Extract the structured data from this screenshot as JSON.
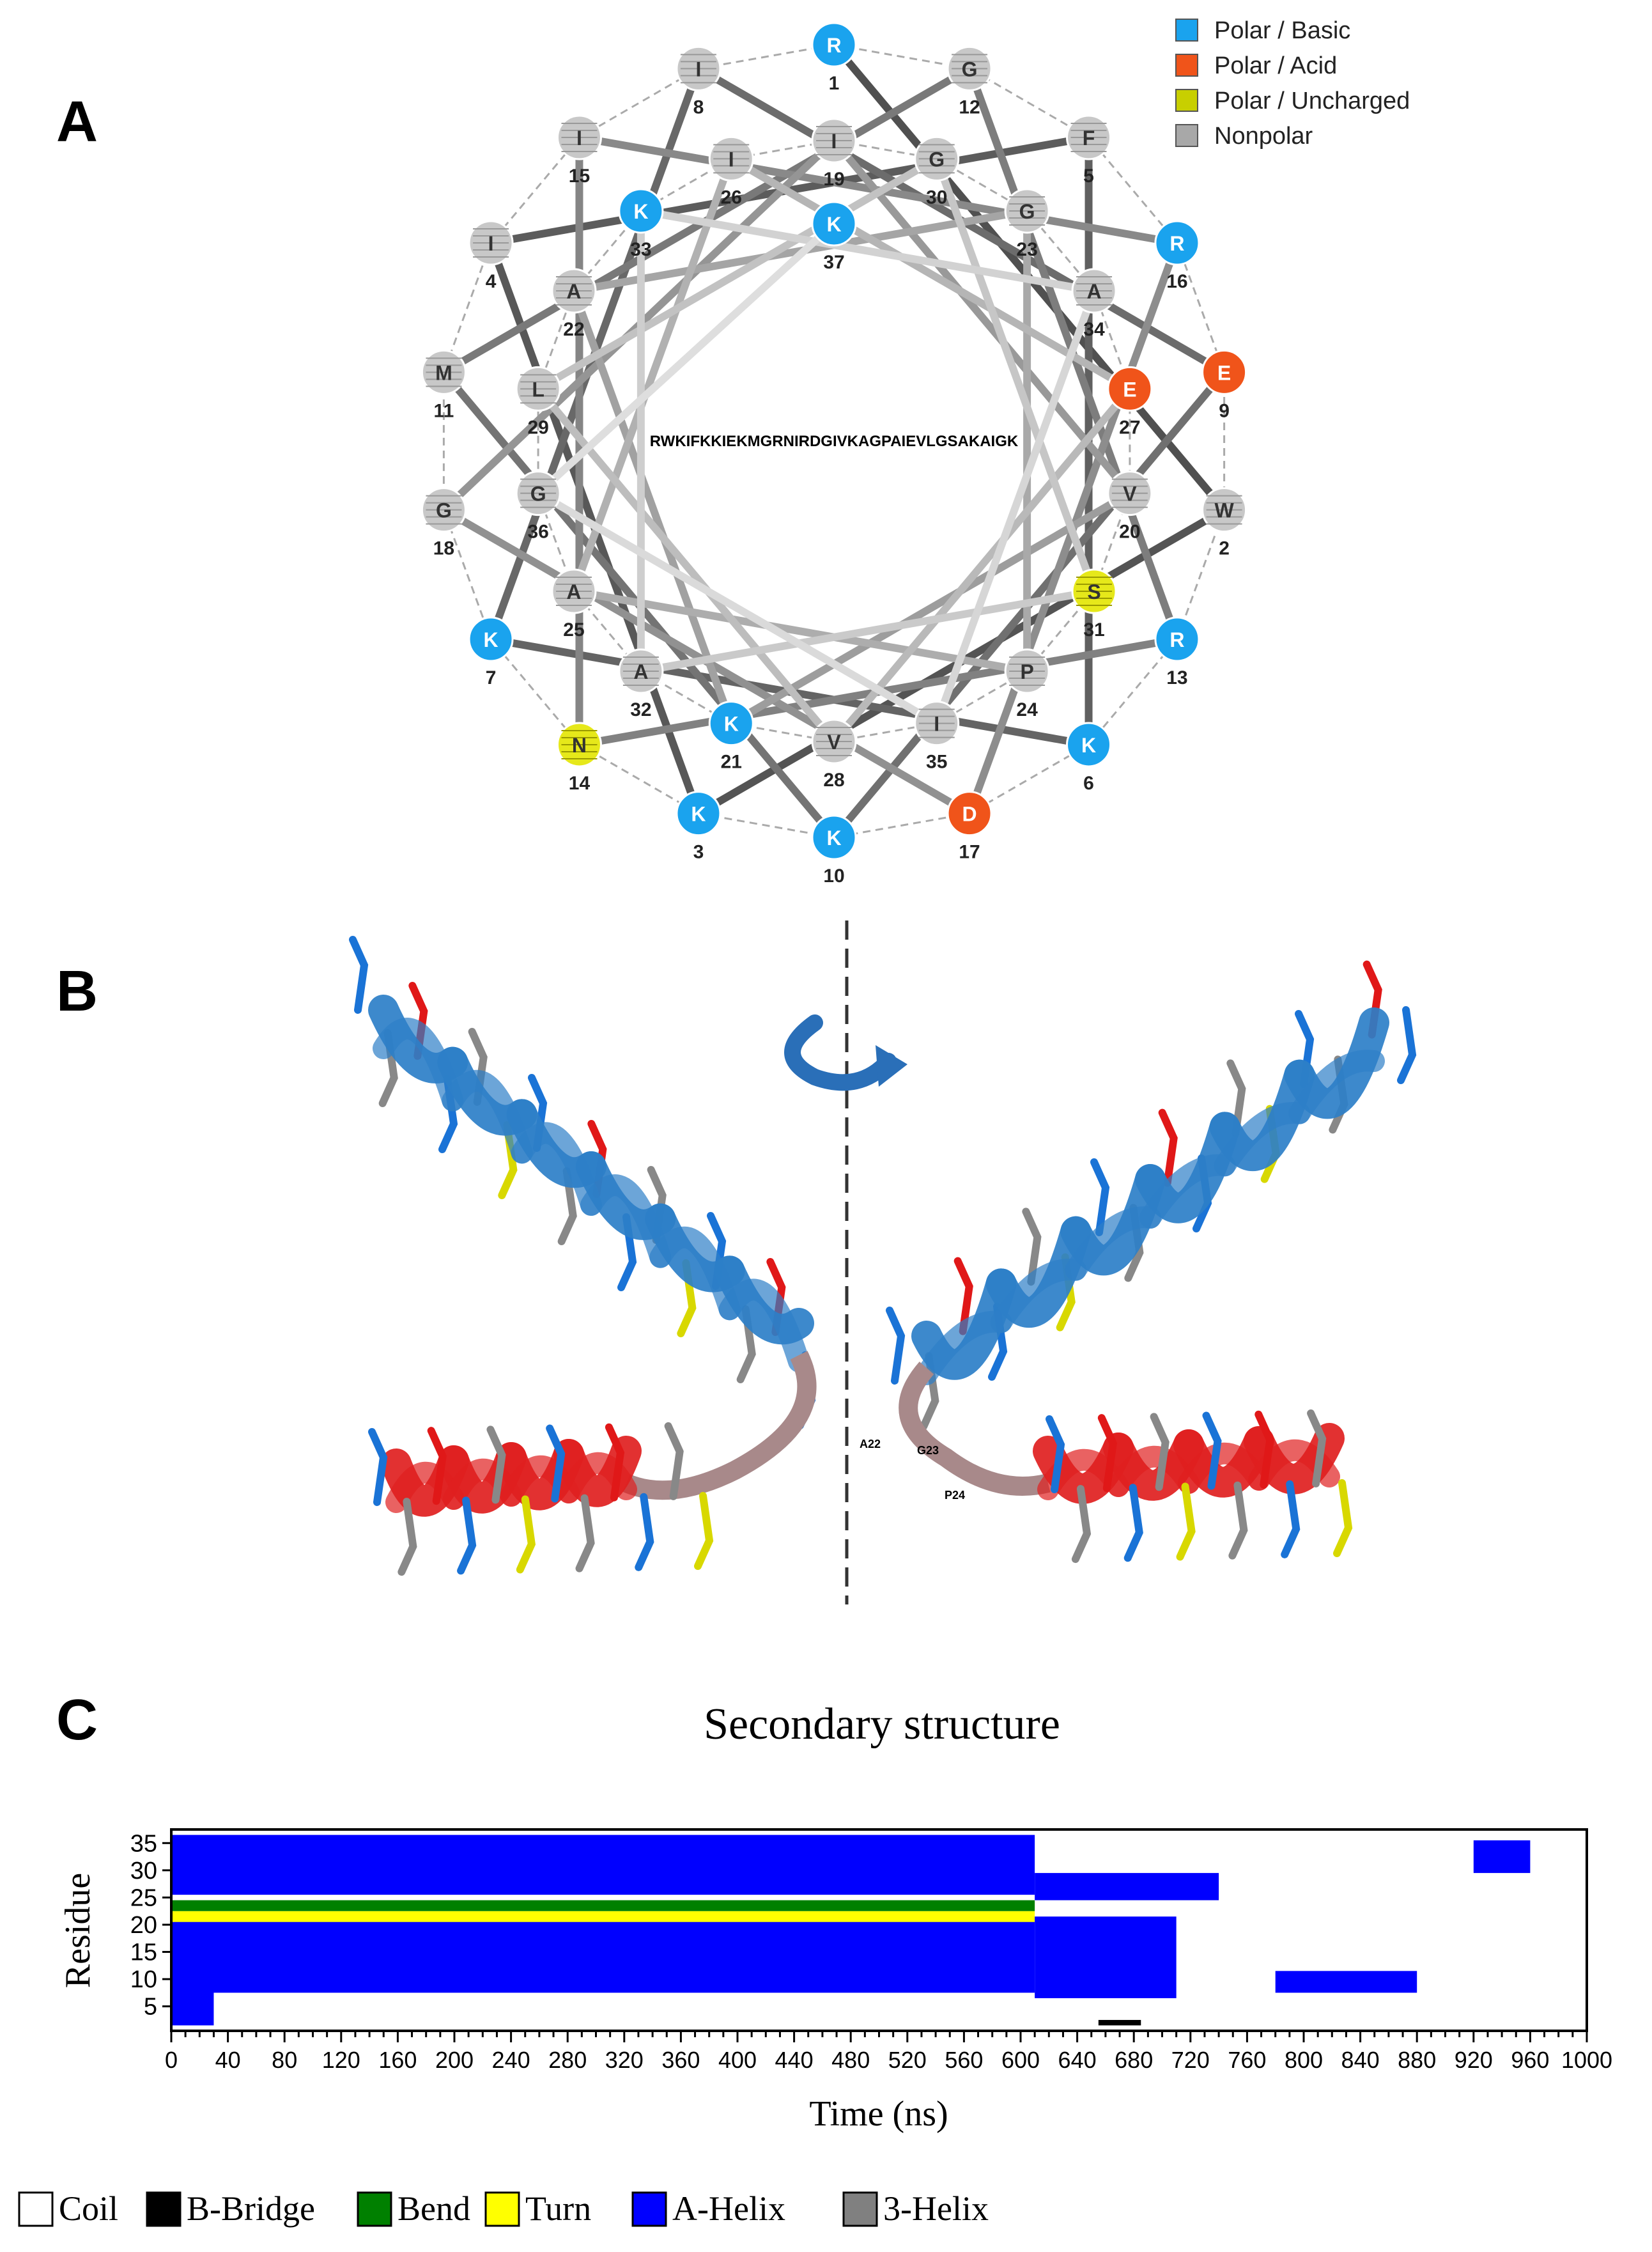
{
  "panels": {
    "a": "A",
    "b": "B",
    "c": "C"
  },
  "wheel": {
    "sequence": "RWKIFKKIEKMGRNIRDGIVKAGPAIEVLGSAKAIGK",
    "residues": [
      {
        "n": "1",
        "aa": "R",
        "cls": "basic"
      },
      {
        "n": "2",
        "aa": "W",
        "cls": "nonpolar"
      },
      {
        "n": "3",
        "aa": "K",
        "cls": "basic"
      },
      {
        "n": "4",
        "aa": "I",
        "cls": "nonpolar"
      },
      {
        "n": "5",
        "aa": "F",
        "cls": "nonpolar"
      },
      {
        "n": "6",
        "aa": "K",
        "cls": "basic"
      },
      {
        "n": "7",
        "aa": "K",
        "cls": "basic"
      },
      {
        "n": "8",
        "aa": "I",
        "cls": "nonpolar"
      },
      {
        "n": "9",
        "aa": "E",
        "cls": "acid"
      },
      {
        "n": "10",
        "aa": "K",
        "cls": "basic"
      },
      {
        "n": "11",
        "aa": "M",
        "cls": "nonpolar"
      },
      {
        "n": "12",
        "aa": "G",
        "cls": "nonpolar"
      },
      {
        "n": "13",
        "aa": "R",
        "cls": "basic"
      },
      {
        "n": "14",
        "aa": "N",
        "cls": "uncharged"
      },
      {
        "n": "15",
        "aa": "I",
        "cls": "nonpolar"
      },
      {
        "n": "16",
        "aa": "R",
        "cls": "basic"
      },
      {
        "n": "17",
        "aa": "D",
        "cls": "acid"
      },
      {
        "n": "18",
        "aa": "G",
        "cls": "nonpolar"
      },
      {
        "n": "19",
        "aa": "I",
        "cls": "nonpolar"
      },
      {
        "n": "20",
        "aa": "V",
        "cls": "nonpolar"
      },
      {
        "n": "21",
        "aa": "K",
        "cls": "basic"
      },
      {
        "n": "22",
        "aa": "A",
        "cls": "nonpolar"
      },
      {
        "n": "23",
        "aa": "G",
        "cls": "nonpolar"
      },
      {
        "n": "24",
        "aa": "P",
        "cls": "nonpolar"
      },
      {
        "n": "25",
        "aa": "A",
        "cls": "nonpolar"
      },
      {
        "n": "26",
        "aa": "I",
        "cls": "nonpolar"
      },
      {
        "n": "27",
        "aa": "E",
        "cls": "acid"
      },
      {
        "n": "28",
        "aa": "V",
        "cls": "nonpolar"
      },
      {
        "n": "29",
        "aa": "L",
        "cls": "nonpolar"
      },
      {
        "n": "30",
        "aa": "G",
        "cls": "nonpolar"
      },
      {
        "n": "31",
        "aa": "S",
        "cls": "uncharged"
      },
      {
        "n": "32",
        "aa": "A",
        "cls": "nonpolar"
      },
      {
        "n": "33",
        "aa": "K",
        "cls": "basic"
      },
      {
        "n": "34",
        "aa": "A",
        "cls": "nonpolar"
      },
      {
        "n": "35",
        "aa": "I",
        "cls": "nonpolar"
      },
      {
        "n": "36",
        "aa": "G",
        "cls": "nonpolar"
      },
      {
        "n": "37",
        "aa": "K",
        "cls": "basic"
      }
    ],
    "legend": [
      {
        "label": "Polar / Basic",
        "color": "#1aa3ee"
      },
      {
        "label": "Polar / Acid",
        "color": "#f0541a"
      },
      {
        "label": "Polar / Uncharged",
        "color": "#c8cf00"
      },
      {
        "label": "Nonpolar",
        "color": "#a8a8a8"
      }
    ],
    "colors": {
      "basic": "#1aa3ee",
      "acid": "#f0541a",
      "uncharged": "#e6e81a",
      "nonpolar": "#c8c8c8"
    }
  },
  "structure": {
    "residue_labels": [
      "A22",
      "G23",
      "P24"
    ],
    "helix_colors": {
      "n_term": "#2d7fc8",
      "c_term": "#e02020",
      "hinge": "#a8898a"
    }
  },
  "chart_data": {
    "type": "heatmap",
    "title": "Secondary structure",
    "xlabel": "Time (ns)",
    "ylabel": "Residue",
    "x_ticks": [
      "0",
      "40",
      "80",
      "120",
      "160",
      "200",
      "240",
      "280",
      "320",
      "360",
      "400",
      "440",
      "480",
      "520",
      "560",
      "600",
      "640",
      "680",
      "720",
      "760",
      "800",
      "840",
      "880",
      "920",
      "960",
      "1000"
    ],
    "y_ticks": [
      "5",
      "10",
      "15",
      "20",
      "25",
      "30",
      "35"
    ],
    "xlim": [
      0,
      1000
    ],
    "ylim": [
      1,
      37
    ],
    "legend": [
      {
        "label": "Coil",
        "color": "#ffffff"
      },
      {
        "label": "B-Bridge",
        "color": "#000000"
      },
      {
        "label": "Bend",
        "color": "#008000"
      },
      {
        "label": "Turn",
        "color": "#ffff00"
      },
      {
        "label": "A-Helix",
        "color": "#0000ff"
      },
      {
        "label": "3-Helix",
        "color": "#808080"
      }
    ],
    "regions": [
      {
        "state": "A-Helix",
        "t": [
          0,
          610
        ],
        "res": [
          26,
          36
        ]
      },
      {
        "state": "A-Helix",
        "t": [
          0,
          610
        ],
        "res": [
          8,
          21
        ]
      },
      {
        "state": "A-Helix",
        "t": [
          0,
          30
        ],
        "res": [
          2,
          8
        ]
      },
      {
        "state": "Turn",
        "t": [
          0,
          610
        ],
        "res": [
          21,
          22
        ]
      },
      {
        "state": "Bend",
        "t": [
          0,
          610
        ],
        "res": [
          23,
          24
        ]
      },
      {
        "state": "A-Helix",
        "t": [
          610,
          710
        ],
        "res": [
          7,
          21
        ]
      },
      {
        "state": "A-Helix",
        "t": [
          610,
          740
        ],
        "res": [
          25,
          29
        ]
      },
      {
        "state": "B-Bridge",
        "t": [
          655,
          685
        ],
        "res": [
          2,
          2
        ]
      },
      {
        "state": "A-Helix",
        "t": [
          780,
          880
        ],
        "res": [
          8,
          11
        ]
      },
      {
        "state": "A-Helix",
        "t": [
          920,
          960
        ],
        "res": [
          30,
          35
        ]
      }
    ]
  }
}
